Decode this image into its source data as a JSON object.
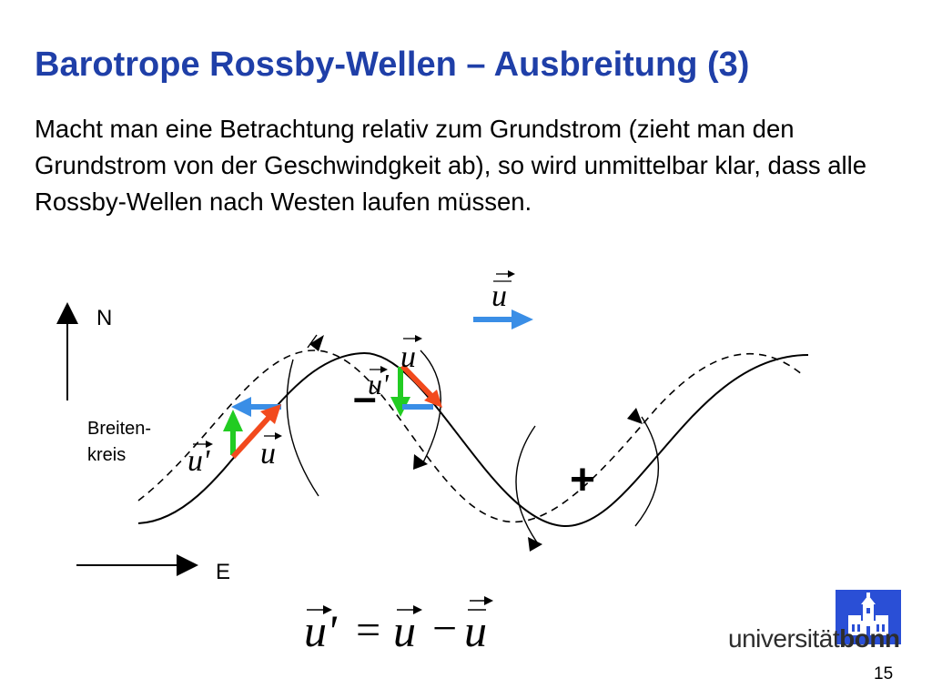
{
  "slide": {
    "title": "Barotrope Rossby-Wellen – Ausbreitung (3)",
    "body": "Macht man eine Betrachtung relativ zum Grundstrom (zieht man den Grundstrom von der Geschwindgkeit ab), so wird unmittelbar klar, dass alle Rossby-Wellen nach Westen laufen müssen.",
    "page_number": "15"
  },
  "diagram": {
    "north_label": "N",
    "east_label": "E",
    "latitude_label_line1": "Breiten-",
    "latitude_label_line2": "kreis",
    "minus_sign": "–",
    "plus_sign": "+",
    "mean_flow_symbol": "u",
    "velocity_symbol": "u",
    "perturbation_symbol": "u'",
    "equation": {
      "lhs": "u'",
      "equals": "=",
      "term1": "u",
      "minus": "−",
      "term2": "u"
    },
    "colors": {
      "mean_flow": "#3a8ee6",
      "velocity": "#f24a1d",
      "perturbation": "#22cc22"
    }
  },
  "logo": {
    "text_light": "universität",
    "text_bold": "bonn",
    "color": "#2a4fd6"
  }
}
